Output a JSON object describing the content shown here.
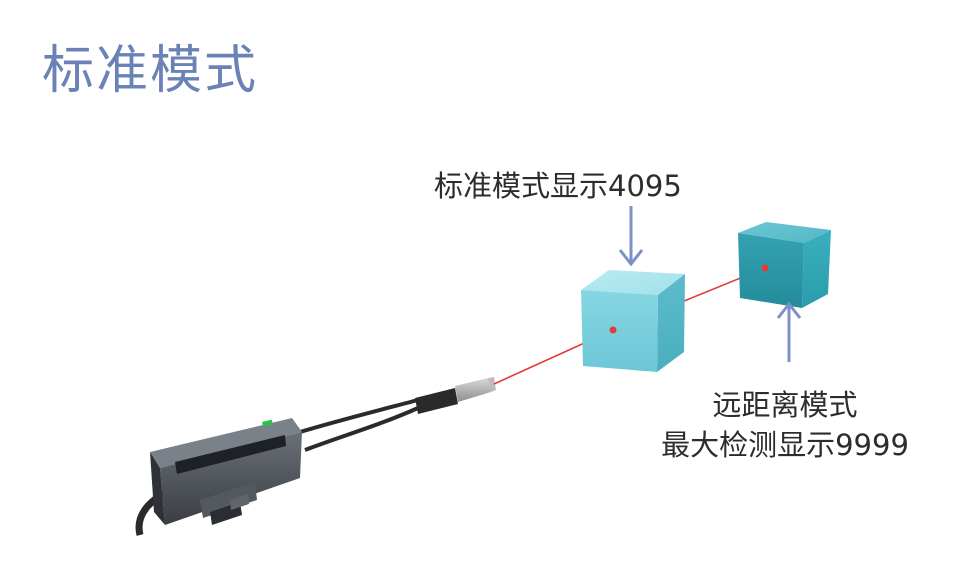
{
  "title": "标准模式",
  "labels": {
    "standard_display": "标准模式显示4095",
    "far_mode_line1": "远距离模式",
    "far_mode_line2": "最大检测显示9999"
  },
  "colors": {
    "title": "#6b82b6",
    "arrow": "#7d92c4",
    "laser": "#e23a3a",
    "cube_near_front": "#7ed0dd",
    "cube_far_front": "#2f9aa8",
    "sensor_body": "#4a4f55"
  }
}
